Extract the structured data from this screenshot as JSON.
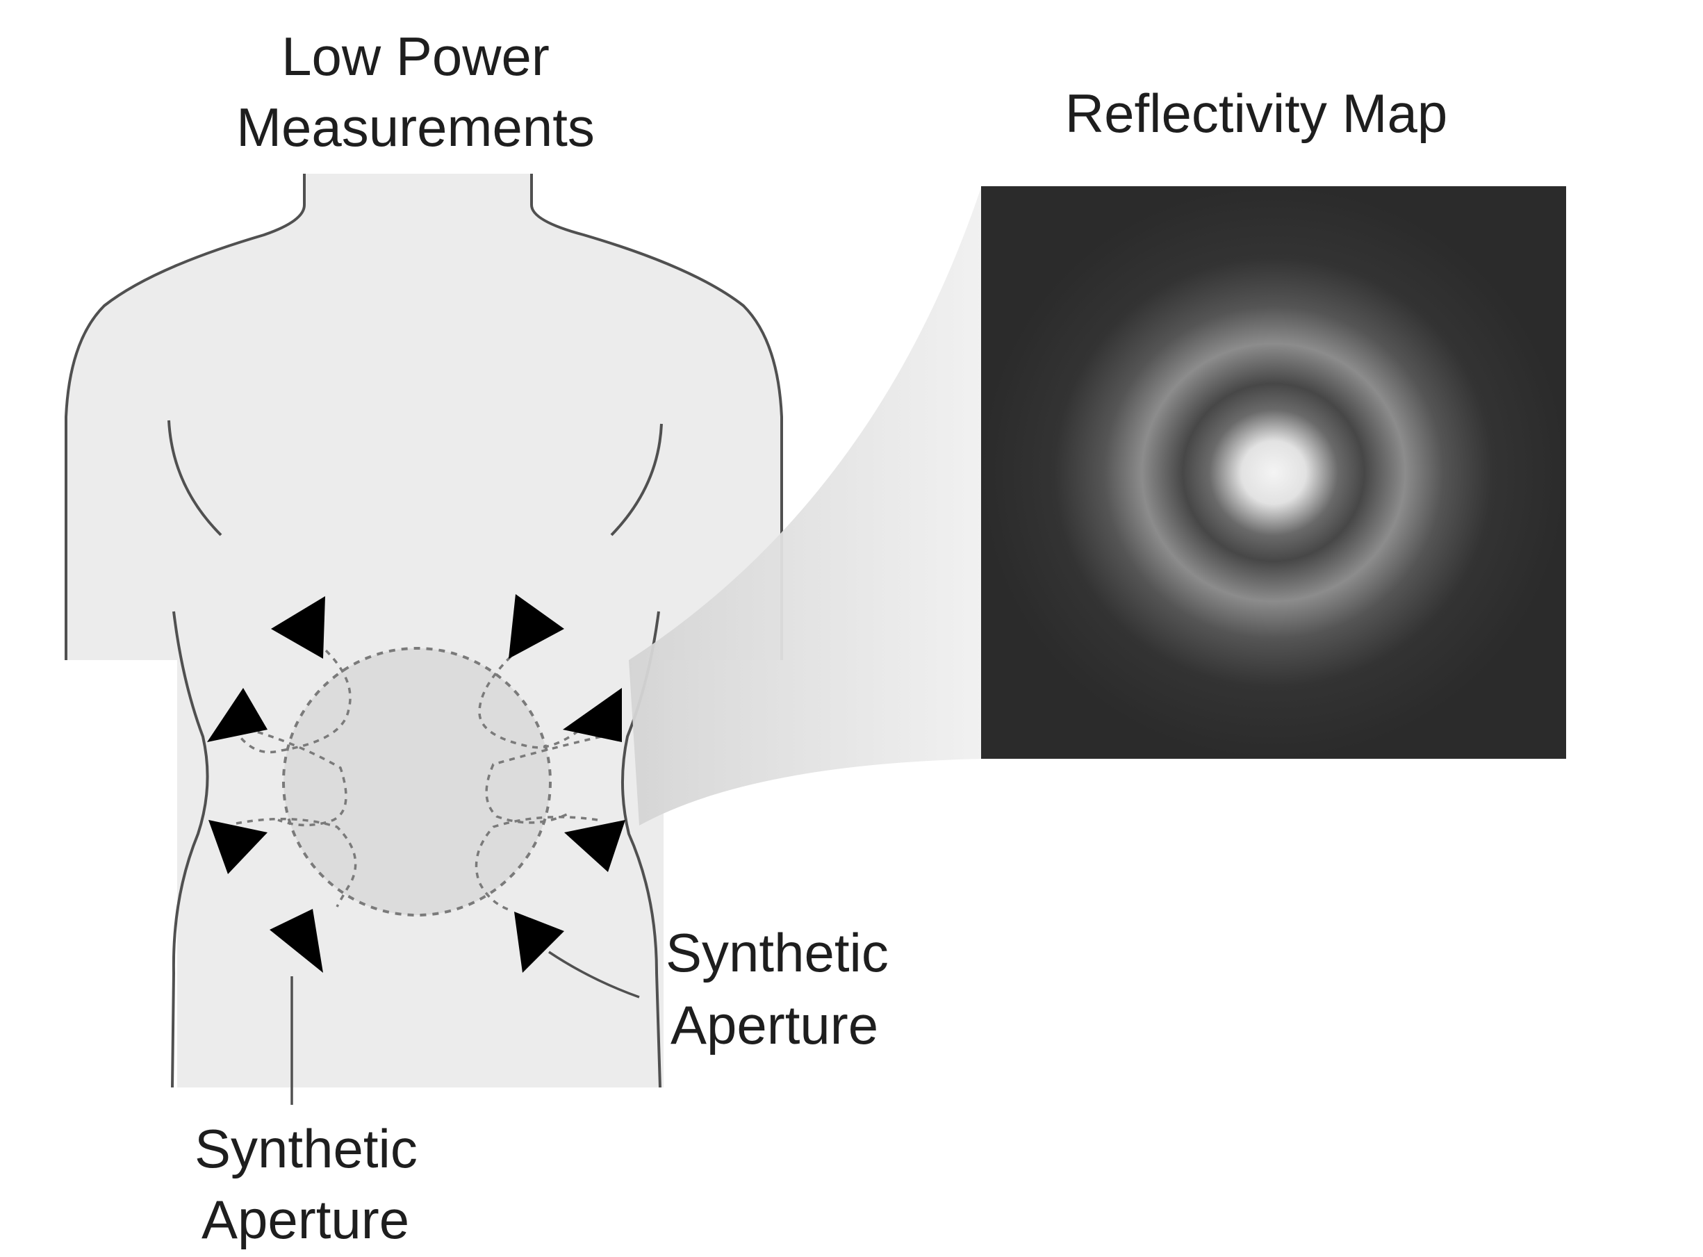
{
  "labels": {
    "low_power_line1": "Low Power",
    "low_power_line2": "Measurements",
    "reflectivity_map": "Reflectivity Map",
    "aperture_right_line1": "Synthetic",
    "aperture_right_line2": "Aperture",
    "aperture_bottom_line1": "Synthetic",
    "aperture_bottom_line2": "Aperture"
  },
  "colors": {
    "torso_fill": "#ececec",
    "outline": "#505050",
    "map_background": "#2b2b2b",
    "ring": "#8a8a8a",
    "center_spot": "#f2f2f2",
    "arrowhead": "#000000"
  },
  "icons": {
    "transducer": "triangle-arrowhead"
  }
}
